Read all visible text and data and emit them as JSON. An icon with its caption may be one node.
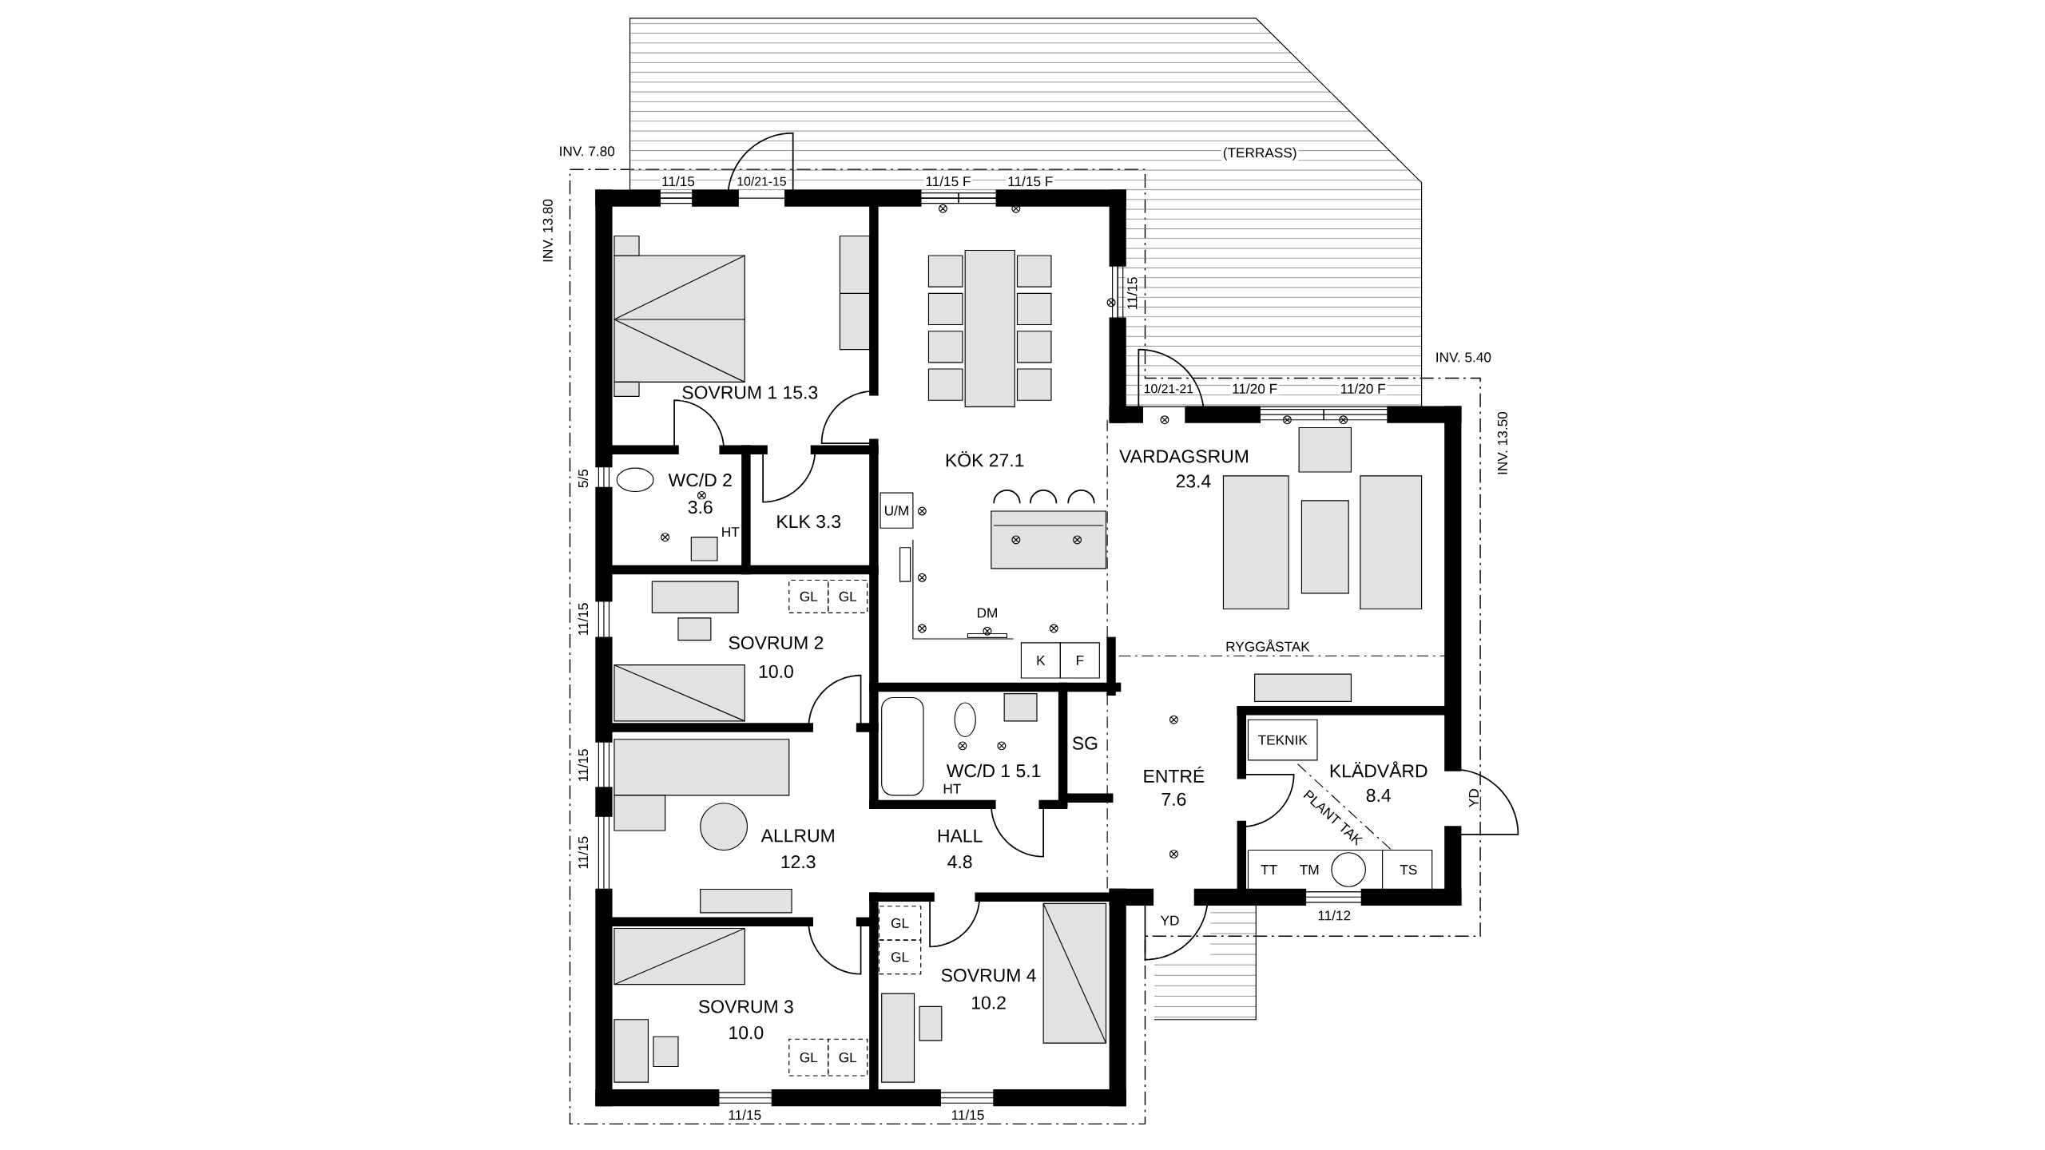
{
  "diagram": {
    "nodes": [
      {
        "text": [
          "U/M"
        ]
      },
      {
        "text": [
          "GL"
        ]
      },
      {
        "text": [
          "GL"
        ]
      },
      {
        "text": [
          "K"
        ]
      },
      {
        "text": [
          "F"
        ]
      },
      {
        "text": [
          "TEKNIK"
        ]
      },
      {
        "text": [
          "GL"
        ]
      },
      {
        "text": [
          "GL"
        ]
      },
      {
        "text": [
          "GL"
        ]
      },
      {
        "text": [
          "GL"
        ]
      }
    ],
    "labels": [
      "INV. 7.80",
      "INV. 13.80",
      "(TERRASS)",
      "11/15",
      "10/21-15",
      "11/15 F",
      "11/15 F",
      "11/15",
      "INV. 5.40",
      "10/21-21",
      "11/20 F",
      "11/20 F",
      "INV. 13.50",
      "SOVRUM 1 15.3",
      "KÖK 27.1",
      "VARDAGSRUM",
      "23.4",
      "5/5",
      "WC/D 2",
      "3.6",
      "HT",
      "KLK 3.3",
      "DM",
      "SOVRUM 2",
      "10.0",
      "11/15",
      "RYGGÅSTAK",
      "SG",
      "WC/D 1 5.1",
      "HT",
      "ENTRÉ",
      "7.6",
      "KLÄDVÅRD",
      "8.4",
      "YD",
      "11/15",
      "11/15",
      "PLANT TAK",
      "ALLRUM",
      "12.3",
      "HALL",
      "4.8",
      "TT",
      "TM",
      "TS",
      "YD",
      "11/12",
      "SOVRUM 4",
      "SOVRUM 3",
      "10.2",
      "10.0",
      "11/15",
      "11/15"
    ]
  }
}
